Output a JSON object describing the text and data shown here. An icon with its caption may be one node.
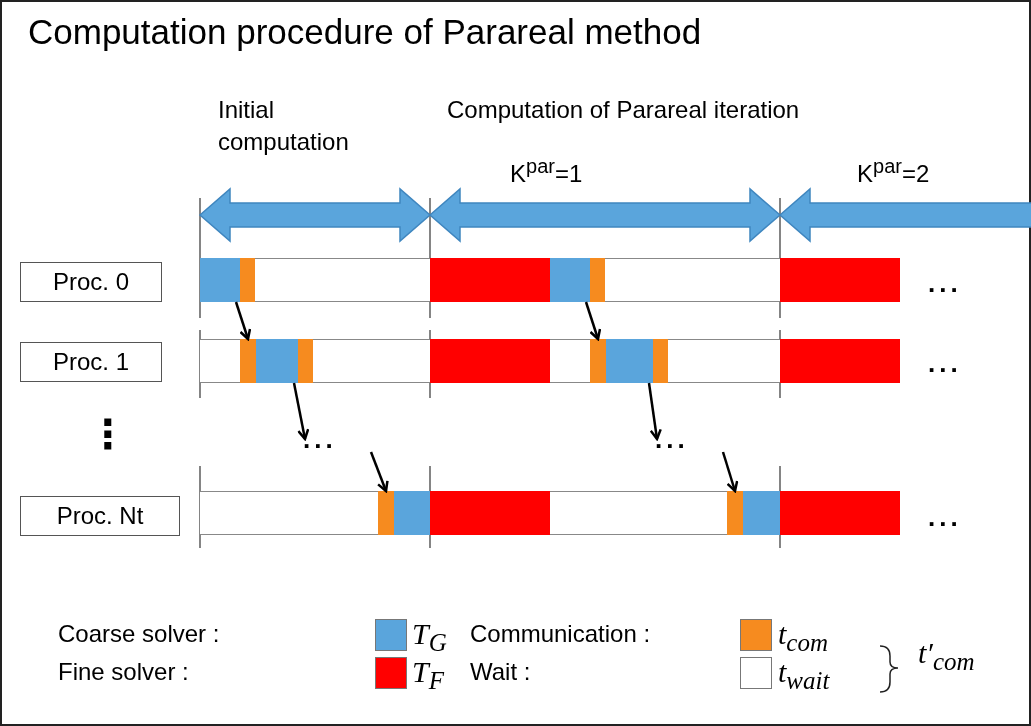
{
  "diagram": {
    "title": "Computation procedure of Parareal method",
    "nodes": [
      {
        "text": [
          "Proc. 0"
        ]
      },
      {
        "text": [],
        "shape": "bar"
      },
      {
        "text": [],
        "shape": "bar"
      },
      {
        "text": [],
        "shape": "bar"
      },
      {
        "text": [],
        "shape": "bar"
      },
      {
        "text": [],
        "shape": "bar"
      },
      {
        "text": [],
        "shape": "bar"
      },
      {
        "text": [
          "Proc. 1"
        ]
      },
      {
        "text": [],
        "shape": "bar"
      },
      {
        "text": [],
        "shape": "bar"
      },
      {
        "text": [],
        "shape": "bar"
      },
      {
        "text": [],
        "shape": "bar"
      },
      {
        "text": [],
        "shape": "bar"
      },
      {
        "text": [],
        "shape": "bar"
      },
      {
        "text": [],
        "shape": "bar"
      },
      {
        "text": [],
        "shape": "bar"
      },
      {
        "text": [
          "..."
        ]
      },
      {
        "text": [
          "..."
        ]
      },
      {
        "text": [
          "Proc. Nt"
        ]
      },
      {
        "text": [],
        "shape": "bar"
      },
      {
        "text": [],
        "shape": "bar"
      },
      {
        "text": [],
        "shape": "bar"
      },
      {
        "text": [],
        "shape": "bar"
      },
      {
        "text": [],
        "shape": "bar"
      },
      {
        "text": [],
        "shape": "bar"
      }
    ],
    "edges": [
      {
        "from": 1,
        "to": 8,
        "arrow": "to"
      },
      {
        "from": 9,
        "to": 16,
        "arrow": "to"
      },
      {
        "from": 16,
        "to": 19,
        "arrow": "to"
      },
      {
        "from": 4,
        "to": 12,
        "arrow": "to"
      },
      {
        "from": 13,
        "to": 17,
        "arrow": "to"
      },
      {
        "from": 17,
        "to": 22,
        "arrow": "to"
      }
    ],
    "labels": [
      "Initial computation",
      "Computation of Parareal iteration",
      "K$^{par}$=1",
      "K$^{par}$=2",
      "...",
      "...",
      "⋮",
      "...",
      "T$_{G}$",
      "t$_{com}$",
      "T$_{F}$",
      "t$_{wait}$",
      "t′$_{com}$"
    ],
    "legend": [
      {
        "text": "Coarse solver :",
        "color": "#5aa5dc"
      },
      {
        "text": "Communication :",
        "color": "#f68b1f"
      },
      {
        "text": "Fine solver :",
        "color": "#ff0000"
      },
      {
        "text": "Wait :",
        "color": "#ffffff"
      }
    ]
  }
}
